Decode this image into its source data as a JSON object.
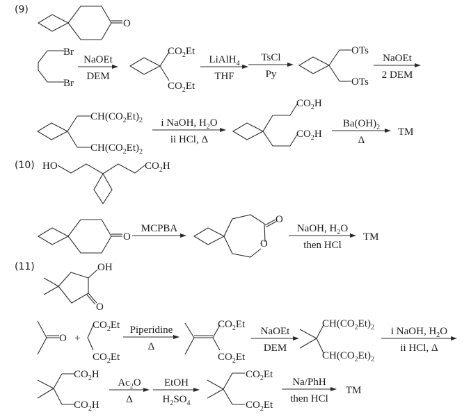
{
  "problems": [
    {
      "label": "(9)",
      "target": {
        "name": "spiro[3.5]nonan-7-one",
        "carbonyl": "O"
      },
      "steps": [
        {
          "start": {
            "sub1": "Br",
            "sub2": "Br"
          }
        },
        {
          "reagent_top": "NaOEt",
          "reagent_bottom": "DEM"
        },
        {
          "product": {
            "sub1": [
              "CO",
              "2",
              "Et"
            ],
            "sub2": [
              "CO",
              "2",
              "Et"
            ]
          }
        },
        {
          "reagent_top": [
            "LiAlH",
            "4"
          ],
          "reagent_bottom": "THF"
        },
        {
          "reagent_top": "TsCl",
          "reagent_bottom": "Py"
        },
        {
          "product": {
            "sub1": "OTs",
            "sub2": "OTs"
          }
        },
        {
          "reagent_top": "NaOEt",
          "reagent_bottom": "2 DEM"
        },
        {
          "product": {
            "sub1": [
              "CH(CO",
              "2",
              "Et)",
              "2"
            ],
            "sub2": [
              "CH(CO",
              "2",
              "Et)",
              "2"
            ]
          }
        },
        {
          "reagent_top": [
            "i NaOH, H",
            "2",
            "O"
          ],
          "reagent_bottom": "ii HCl, Δ"
        },
        {
          "product": {
            "sub1": [
              "CO",
              "2",
              "H"
            ],
            "sub2": [
              "CO",
              "2",
              "H"
            ]
          }
        },
        {
          "reagent_top": [
            "Ba(OH)",
            "2"
          ],
          "reagent_bottom": "Δ"
        },
        {
          "final": "TM"
        }
      ]
    },
    {
      "label": "(10)",
      "target": {
        "left": "HO",
        "right": [
          "CO",
          "2",
          "H"
        ]
      },
      "steps": [
        {
          "start": {
            "carbonyl": "O"
          }
        },
        {
          "reagent_top": "MCPBA",
          "reagent_bottom": ""
        },
        {
          "product": {
            "carbonyl": "O",
            "ring_o": "O"
          }
        },
        {
          "reagent_top": [
            "NaOH, H",
            "2",
            "O"
          ],
          "reagent_bottom": "then HCl"
        },
        {
          "final": "TM"
        }
      ]
    },
    {
      "label": "(11)",
      "target": {
        "oh": "OH",
        "carbonyl": "O"
      },
      "steps": [
        {
          "start": {
            "acetone_o": "O",
            "plus": "+",
            "dem1": [
              "CO",
              "2",
              "Et"
            ],
            "dem2": [
              "CO",
              "2",
              "Et"
            ]
          }
        },
        {
          "reagent_top": "Piperidine",
          "reagent_bottom": "Δ"
        },
        {
          "product": {
            "sub1": [
              "CO",
              "2",
              "Et"
            ],
            "sub2": [
              "CO",
              "2",
              "Et"
            ]
          }
        },
        {
          "reagent_top": "NaOEt",
          "reagent_bottom": "DEM"
        },
        {
          "product": {
            "sub1": [
              "CH(CO",
              "2",
              "Et)",
              "2"
            ],
            "sub2": [
              "CH(CO",
              "2",
              "Et)",
              "2"
            ]
          }
        },
        {
          "reagent_top": [
            "i NaOH, H",
            "2",
            "O"
          ],
          "reagent_bottom": "ii HCl, Δ"
        },
        {
          "product": {
            "sub1": [
              "CO",
              "2",
              "H"
            ],
            "sub2": [
              "CO",
              "2",
              "H"
            ]
          }
        },
        {
          "reagent_top": [
            "Ac",
            "2",
            "O"
          ],
          "reagent_bottom": "Δ"
        },
        {
          "reagent_top": "EtOH",
          "reagent_bottom": [
            "H",
            "2",
            "SO",
            "4"
          ]
        },
        {
          "product": {
            "sub1": [
              "CO",
              "2",
              "Et"
            ],
            "sub2": [
              "CO",
              "2",
              "Et"
            ]
          }
        },
        {
          "reagent_top": "Na/PhH",
          "reagent_bottom": "then HCl"
        },
        {
          "final": "TM"
        }
      ]
    }
  ]
}
